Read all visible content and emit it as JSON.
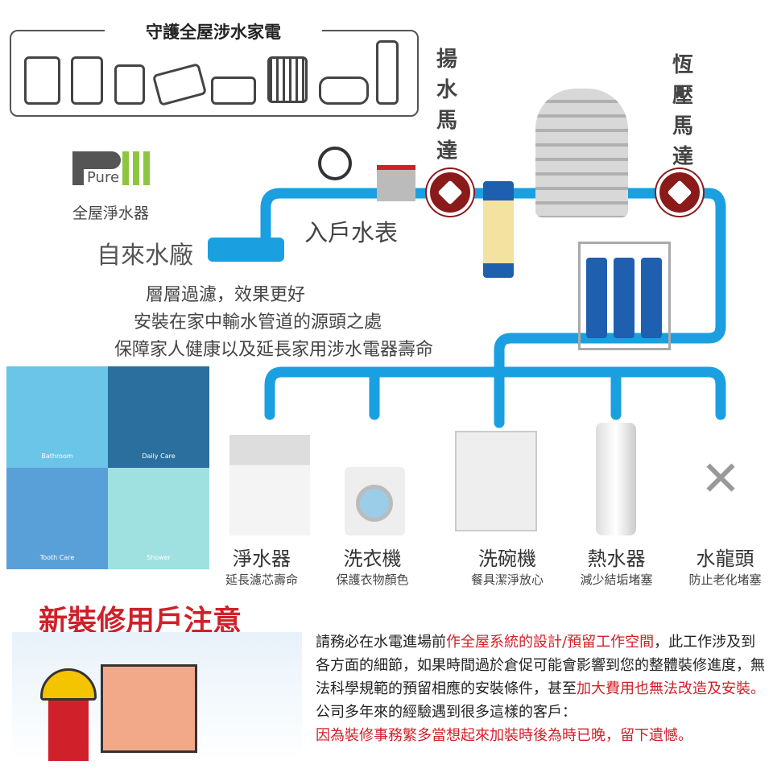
{
  "top_box": {
    "title": "守護全屋涉水家電"
  },
  "logo": {
    "text": "Pure",
    "subtitle": "全屋淨水器"
  },
  "labels": {
    "lift_pump": "揚水馬達",
    "pressure_pump": "恆壓馬達",
    "water_meter": "入戶水表",
    "waterworks": "自來水廠"
  },
  "tagline": [
    "層層過濾，效果更好",
    "安裝在家中輸水管道的源頭之處",
    "保障家人健康以及延長家用涉水電器壽命"
  ],
  "care_grid": [
    "Bathroom",
    "Daily Care",
    "Tooth Care",
    "Shower"
  ],
  "appliances": [
    {
      "name": "淨水器",
      "sub": "延長濾芯壽命"
    },
    {
      "name": "洗衣機",
      "sub": "保護衣物顏色"
    },
    {
      "name": "洗碗機",
      "sub": "餐具潔淨放心"
    },
    {
      "name": "熱水器",
      "sub": "減少結垢堵塞"
    },
    {
      "name": "水龍頭",
      "sub": "防止老化堵塞"
    }
  ],
  "notice": {
    "title": "新裝修用戶注意",
    "p1_a": "請務必在水電進場前",
    "p1_red": "作全屋系統的設計/預留工作空間",
    "p1_b": "，此工作涉及到各方面的細節，如果時間過於倉促可能會影響到您的整體裝修進度，無法科學規範的預留相應的安裝條件，甚至",
    "p1_red2": "加大費用也無法改造及安裝。",
    "p2": "公司多年來的經驗遇到很多這樣的客戶：",
    "p3": "因為裝修事務繁多當想起來加裝時後為時已晚，留下遺憾。"
  },
  "colors": {
    "pipe": "#1aa0e0",
    "red": "#d0202a",
    "pump": "#8b1a1a"
  }
}
